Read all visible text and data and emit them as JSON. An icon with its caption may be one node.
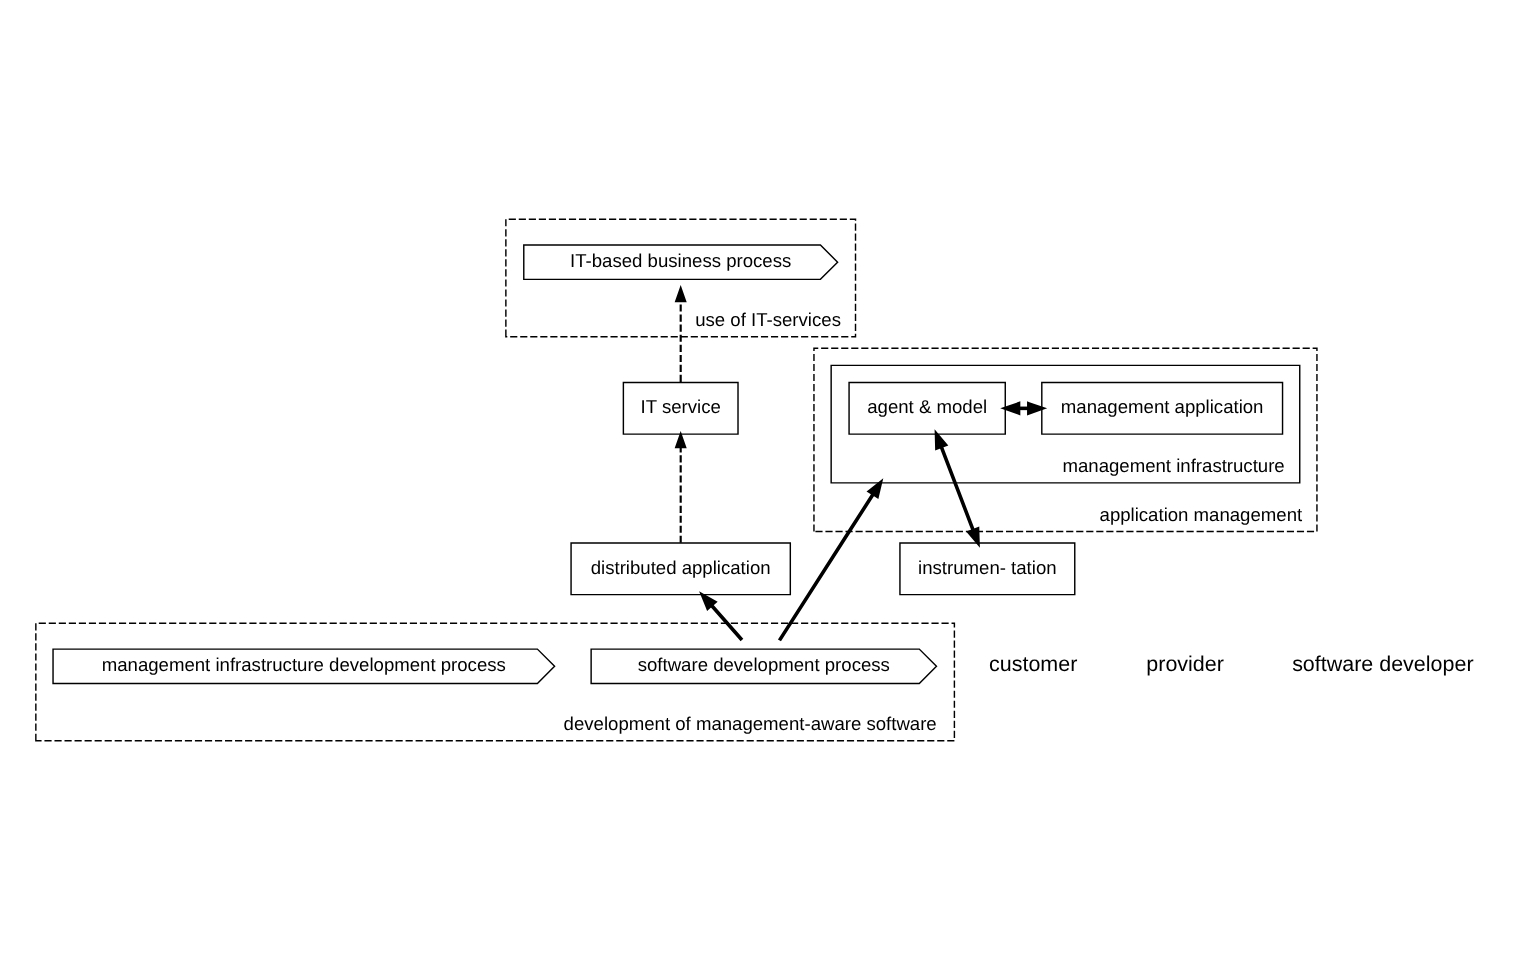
{
  "diagram": {
    "nodes": [
      {
        "text": [
          "use of IT-services"
        ]
      },
      {
        "text": [
          "IT-based business process"
        ],
        "in": 0
      },
      {
        "text": [
          "IT service"
        ]
      },
      {
        "text": [
          "distributed application"
        ]
      },
      {
        "text": [
          "instrumen- tation"
        ]
      },
      {
        "text": [
          "application management"
        ]
      },
      {
        "text": [
          "management infrastructure"
        ],
        "in": 5
      },
      {
        "text": [
          "agent & model"
        ],
        "in": 6
      },
      {
        "text": [
          "management application"
        ],
        "in": 6
      },
      {
        "text": [
          "development of management-aware software"
        ]
      },
      {
        "text": [
          "software development process"
        ],
        "in": 9
      },
      {
        "text": [
          "management infrastructure development process"
        ],
        "in": 9
      }
    ],
    "edges": [
      {
        "from": 2,
        "to": 1,
        "arrow": "to",
        "style": "dashed"
      },
      {
        "from": 3,
        "to": 2,
        "arrow": "to",
        "style": "dashed"
      },
      {
        "from": 4,
        "to": 7,
        "arrow": "both"
      },
      {
        "from": 7,
        "to": 8,
        "arrow": "both"
      },
      {
        "from": 10,
        "to": 3,
        "arrow": "to"
      },
      {
        "from": 10,
        "to": 6,
        "arrow": "to"
      }
    ],
    "labels": [
      "customer",
      "provider",
      "software developer"
    ]
  }
}
